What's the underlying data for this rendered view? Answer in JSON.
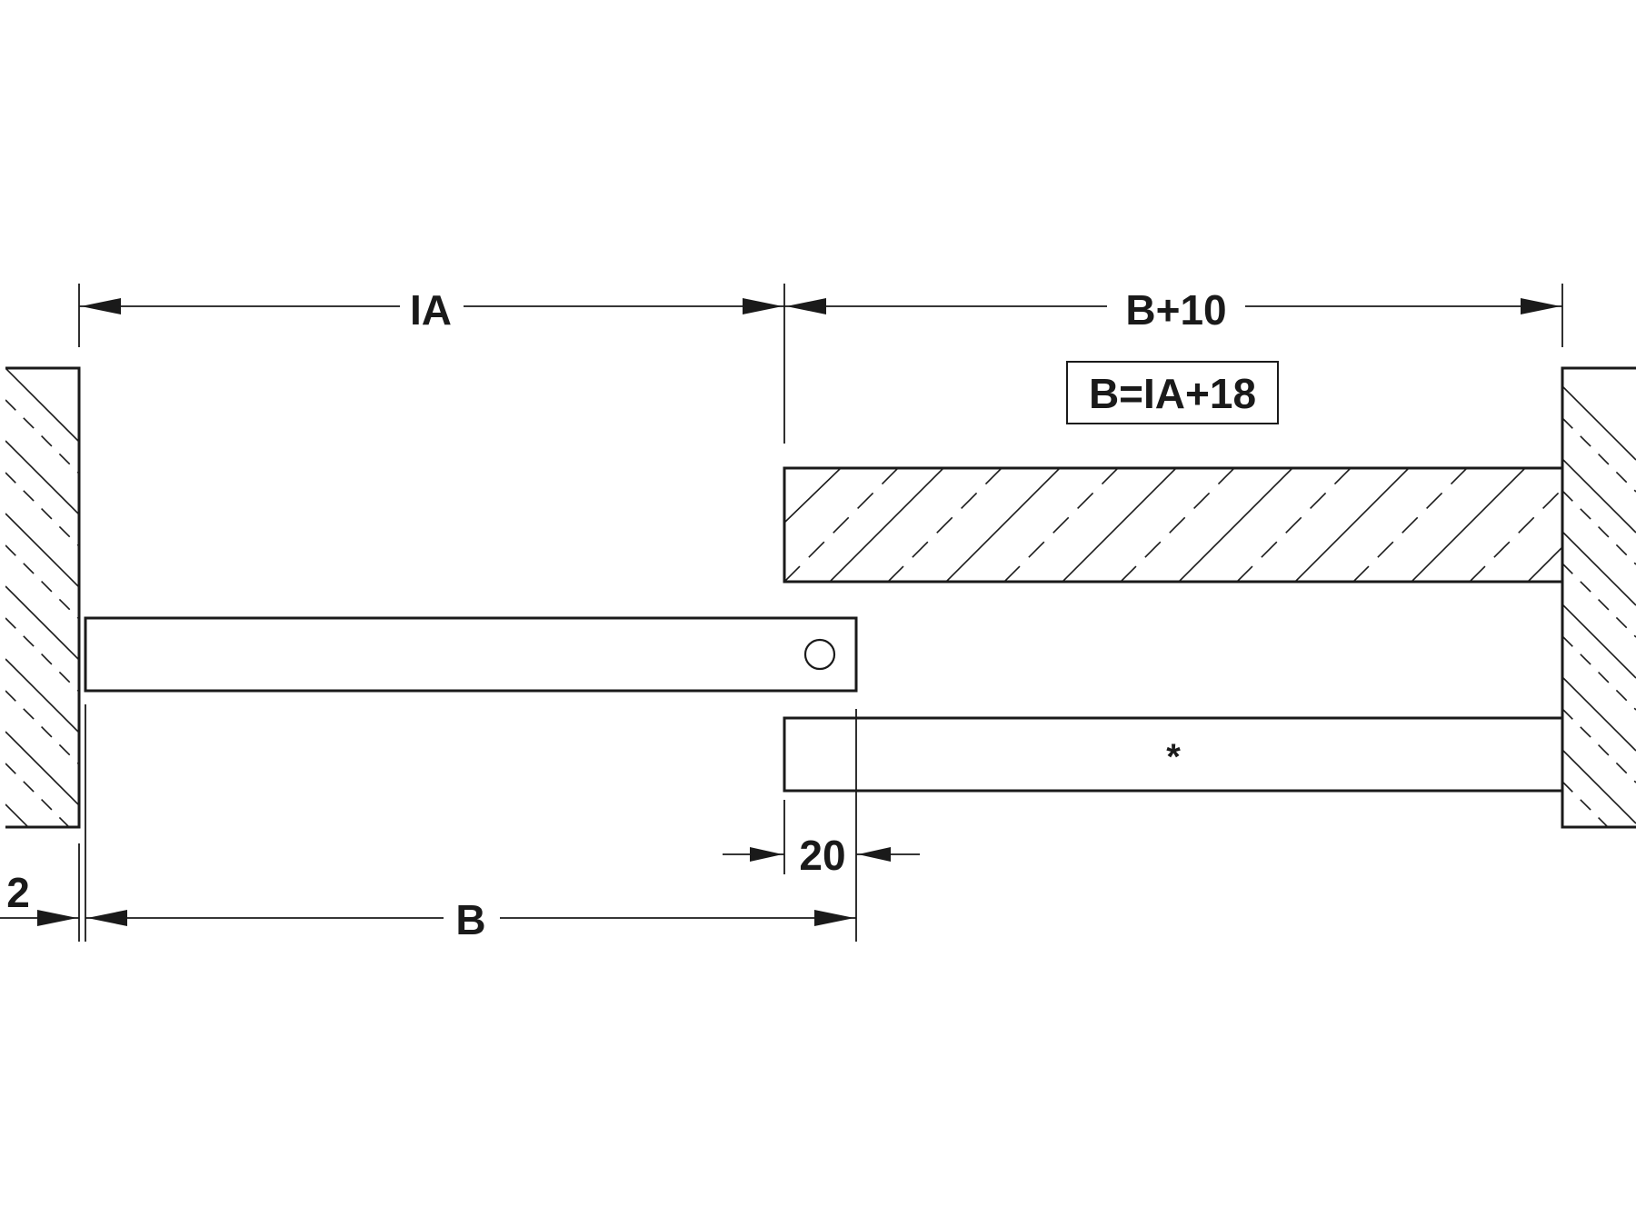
{
  "labels": {
    "ia": "IA",
    "b_plus_10": "B+10",
    "formula": "B=IA+18",
    "star": "*",
    "b": "B",
    "twenty": "20",
    "two": "2"
  },
  "colors": {
    "line": "#1a1a1a",
    "background": "#ffffff"
  }
}
